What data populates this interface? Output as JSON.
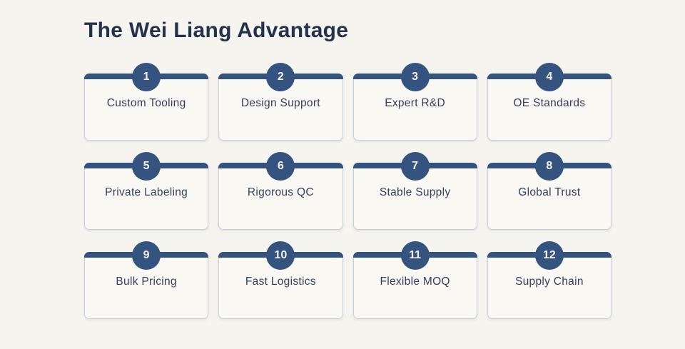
{
  "page": {
    "title": "The Wei Liang Advantage",
    "colors": {
      "page_bg": "#F6F4EE",
      "card_bg": "#FAF8F3",
      "card_border": "#C7D0DE",
      "accent": "#35537F",
      "title_color": "#23334C",
      "label_color": "#32405E",
      "badge_text": "#F3F1EA"
    }
  },
  "advantages": [
    {
      "number": "1",
      "label": "Custom Tooling"
    },
    {
      "number": "2",
      "label": "Design Support"
    },
    {
      "number": "3",
      "label": "Expert R&D"
    },
    {
      "number": "4",
      "label": "OE Standards"
    },
    {
      "number": "5",
      "label": "Private Labeling"
    },
    {
      "number": "6",
      "label": "Rigorous QC"
    },
    {
      "number": "7",
      "label": "Stable Supply"
    },
    {
      "number": "8",
      "label": "Global Trust"
    },
    {
      "number": "9",
      "label": "Bulk Pricing"
    },
    {
      "number": "10",
      "label": "Fast Logistics"
    },
    {
      "number": "11",
      "label": "Flexible MOQ"
    },
    {
      "number": "12",
      "label": "Supply Chain"
    }
  ]
}
